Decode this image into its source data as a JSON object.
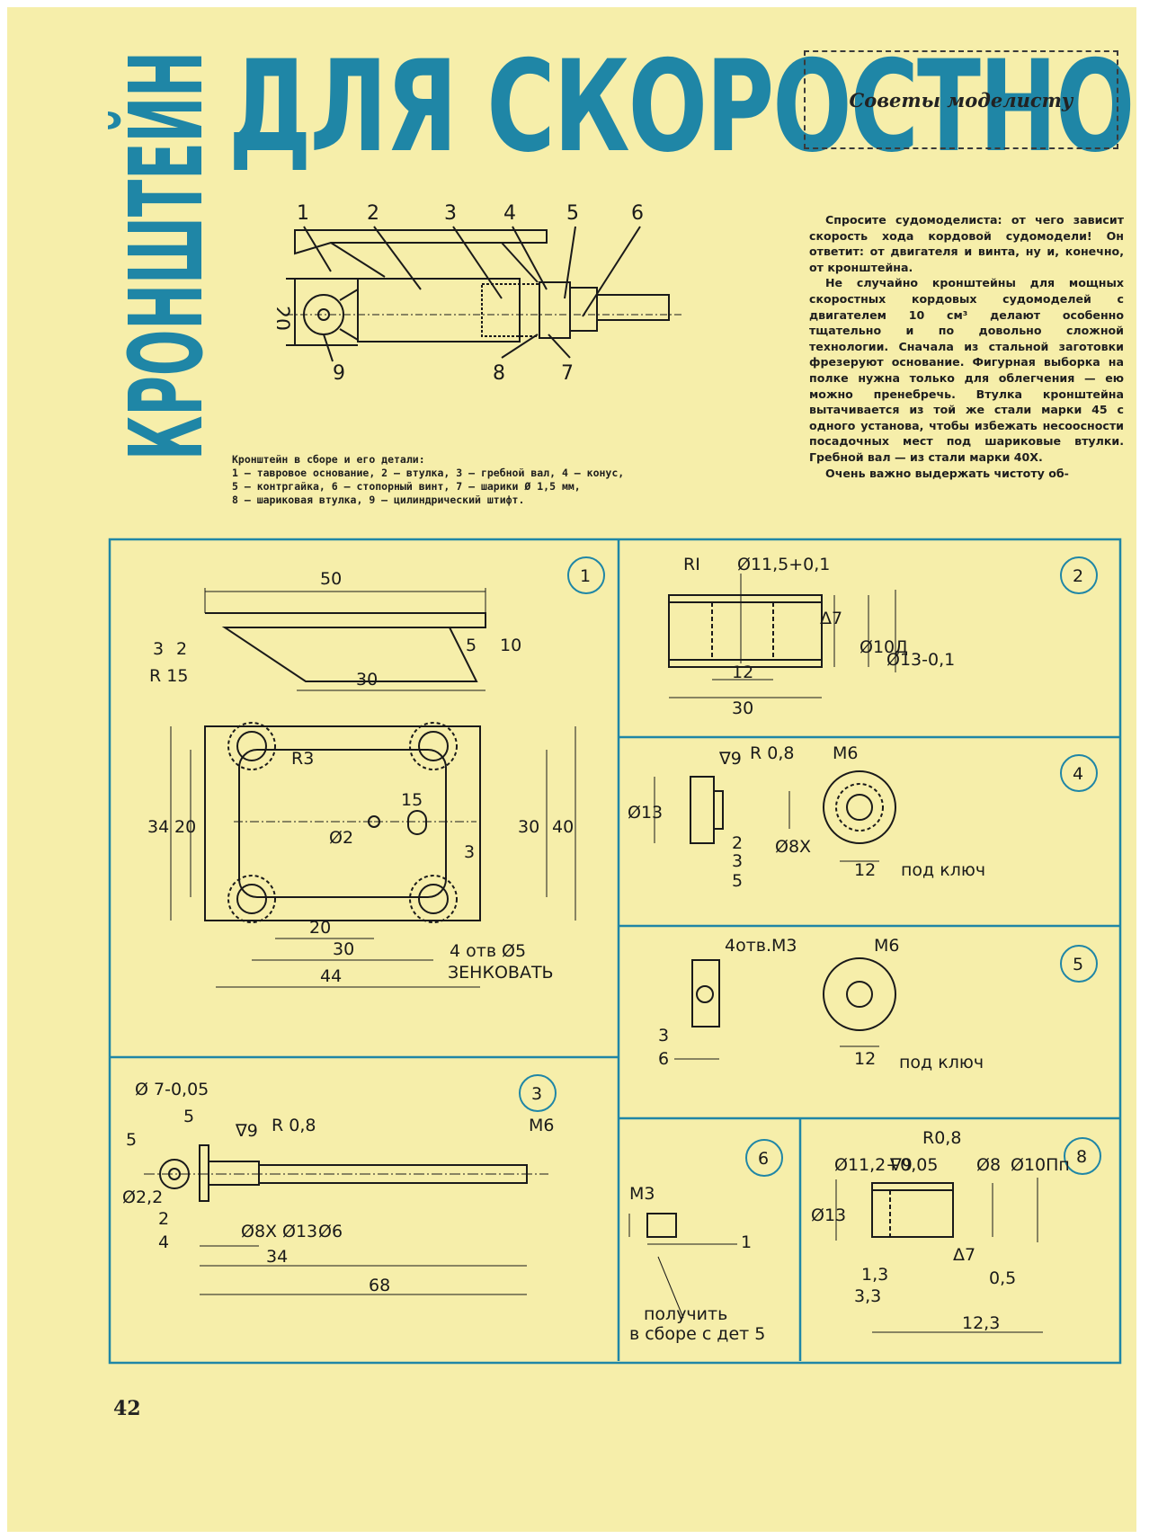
{
  "header": {
    "vertical_title": "КРОНШТЕЙН",
    "title": "ДЛЯ СКОРОСТНОЙ",
    "rubric": "Советы моделисту"
  },
  "assembly": {
    "callouts": [
      "1",
      "2",
      "3",
      "4",
      "5",
      "6",
      "7",
      "8",
      "9"
    ],
    "dimension": "20"
  },
  "caption": {
    "lines": [
      "Кронштейн в сборе и его детали:",
      "1 — тавровое основание, 2 — втулка, 3 — гребной вал, 4 — конус,",
      "5 — контргайка, 6 — стопорный винт, 7 — шарики   Ø 1,5 мм,",
      "8 — шариковая втулка, 9 — цилиндрический штифт."
    ]
  },
  "article": {
    "paragraphs": [
      "Спросите судомоделиста: от чего зависит скорость хода кордовой судомодели! Он ответит: от двигателя и винта, ну и, конечно, от кронштейна.",
      "Не случайно кронштейны для мощных скоростных кордовых судомоделей с двигателем 10 см³ делают особенно тщательно и по довольно сложной технологии. Сначала из стальной заготовки фрезеруют основание. Фигурная выборка на полке нужна только для облегчения — ею можно пренебречь. Втулка кронштейна вытачивается из той же стали марки 45 с одного установа, чтобы избежать несоосности посадочных мест под шариковые втулки. Гребной вал — из стали марки 40Х.",
      "Очень важно выдержать чистоту об-"
    ]
  },
  "panel1": {
    "num": "1",
    "labels": [
      "50",
      "5",
      "10",
      "3",
      "2",
      "R 15",
      "30",
      "R3",
      "15",
      "34",
      "20",
      "30",
      "40",
      "Ø2",
      "3",
      "20",
      "30",
      "44",
      "4 отв Ø5",
      "ЗЕНКОВАТЬ"
    ]
  },
  "panel2": {
    "num": "2",
    "labels": [
      "RI",
      "Ø11,5+0,1",
      "Δ7",
      "Ø10Д",
      "Ø13-0,1",
      "12",
      "30"
    ]
  },
  "panel3": {
    "num": "3",
    "labels": [
      "Ø 7-0,05",
      "5",
      "5",
      "∇9",
      "R 0,8",
      "M6",
      "Ø2,2",
      "2",
      "4",
      "Ø8X",
      "Ø13",
      "Ø6",
      "34",
      "68"
    ]
  },
  "panel4": {
    "num": "4",
    "labels": [
      "∇9",
      "R 0,8",
      "M6",
      "Ø13",
      "2",
      "3",
      "5",
      "Ø8X",
      "12",
      "под ключ"
    ]
  },
  "panel5": {
    "num": "5",
    "labels": [
      "4отв.M3",
      "M6",
      "3",
      "6",
      "12",
      "под ключ"
    ]
  },
  "panel6": {
    "num": "6",
    "labels": [
      "M3",
      "1",
      "получить",
      "в сборе с дет 5"
    ]
  },
  "panel8": {
    "num": "8",
    "labels": [
      "Ø11,2+0,05",
      "∇9",
      "R0,8",
      "Ø8",
      "Ø10Пп",
      "Ø13",
      "Δ7",
      "1,3",
      "3,3",
      "0,5",
      "12,3"
    ]
  },
  "page_number": "42",
  "colors": {
    "paper": "#f6eeaa",
    "accent": "#1f86a6",
    "ink": "#1a1a1a"
  }
}
